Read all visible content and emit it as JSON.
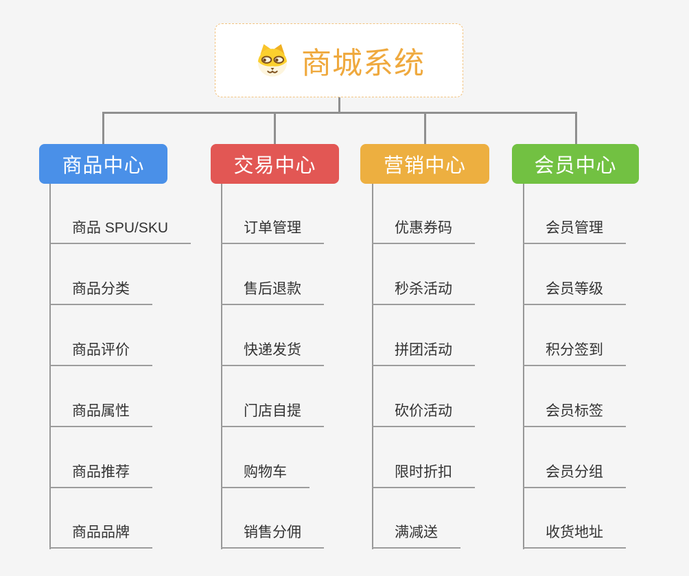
{
  "page": {
    "background_color": "#f5f5f5",
    "connector_color": "#8f8f8f"
  },
  "root": {
    "title": "商城系统",
    "icon": "dog-face-icon",
    "title_color": "#efa93e",
    "border_color": "#f2c27e"
  },
  "branches": [
    {
      "label": "商品中心",
      "color": "#4a90e8",
      "children": [
        "商品 SPU/SKU",
        "商品分类",
        "商品评价",
        "商品属性",
        "商品推荐",
        "商品品牌"
      ]
    },
    {
      "label": "交易中心",
      "color": "#e25754",
      "children": [
        "订单管理",
        "售后退款",
        "快递发货",
        "门店自提",
        "购物车",
        "销售分佣"
      ]
    },
    {
      "label": "营销中心",
      "color": "#edaf40",
      "children": [
        "优惠券码",
        "秒杀活动",
        "拼团活动",
        "砍价活动",
        "限时折扣",
        "满减送"
      ]
    },
    {
      "label": "会员中心",
      "color": "#72c142",
      "children": [
        "会员管理",
        "会员等级",
        "积分签到",
        "会员标签",
        "会员分组",
        "收货地址"
      ]
    }
  ]
}
